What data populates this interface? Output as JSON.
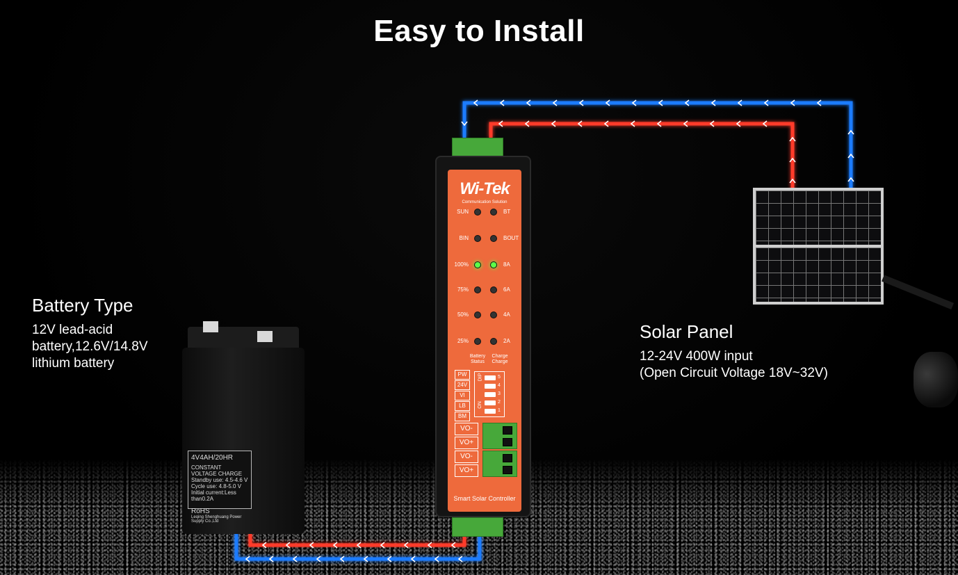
{
  "title": "Easy to Install",
  "battery_info": {
    "heading": "Battery Type",
    "description": "12V lead-acid\nbattery,12.6V/14.8V\nlithium battery"
  },
  "panel_info": {
    "heading": "Solar Panel",
    "description": "12-24V 400W input\n(Open Circuit Voltage 18V~32V)"
  },
  "controller": {
    "brand": "Wi-Tek",
    "brand_sub": "Communication Solution",
    "led_rows": [
      {
        "left": "SUN",
        "right": "BT"
      },
      {
        "left": "BIN",
        "right": "BOUT"
      },
      {
        "left": "100%",
        "right": "8A"
      },
      {
        "left": "75%",
        "right": "6A"
      },
      {
        "left": "50%",
        "right": "4A"
      },
      {
        "left": "25%",
        "right": "2A"
      }
    ],
    "status_left": "Battery Status",
    "status_right": "Charge",
    "status_right2": "Charge",
    "signals": [
      "PW",
      "24V",
      "VI",
      "LB",
      "BM"
    ],
    "dip_label": "DIP",
    "dip_on": "ON",
    "dip_numbers": [
      "5",
      "4",
      "3",
      "2",
      "1"
    ],
    "outputs": [
      "VO-",
      "VO+",
      "VO-",
      "VO+"
    ],
    "product_name": "Smart Solar Controller",
    "led_on_color": "#5cff4a"
  },
  "battery": {
    "capacity": "4V4AH/20HR",
    "label_line1": "CONSTANT VOLTAGE CHARGE",
    "label_line2": "Standby use: 4.5-4.6 V",
    "label_line3": "Cycle use: 4.8-5.0 V",
    "label_line4": "Initial current:Less than0.2A",
    "cert": "RoHS",
    "maker": "Leqing Shenghuang Power Supply Co.,Ltd"
  },
  "colors": {
    "wire_positive": "#ff3b2a",
    "wire_negative": "#1e7bff",
    "controller_face": "#ee6a3c",
    "terminal": "#47a83a"
  }
}
